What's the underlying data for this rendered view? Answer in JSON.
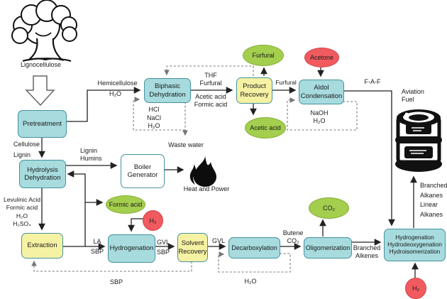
{
  "nodes": {
    "lignocellulose": "Lignocellulose",
    "pretreatment": "Pretreatment",
    "biphasic": "Biphasic\nDehydration",
    "product_recovery": "Product\nRecovery",
    "aldol": "Aldol\nCondensation",
    "hydrolysis": "Hydrolysis\nDehydration",
    "boiler": "Boiler\nGenerator",
    "extraction": "Extraction",
    "hydrogenation": "Hydrogenation",
    "solvent_recovery": "Solvent\nRecovery",
    "decarboxylation": "Decarboxylation",
    "oligomerization": "Oligomerization",
    "upgrading": "Hydrogenation\nHydrodeoxygenation\nHydroisomerization"
  },
  "products": {
    "furfural": "Furfural",
    "acetone": "Acetone",
    "acetic_acid": "Acetic acid",
    "formic_acid": "Formic acid",
    "co2": "CO₂",
    "h2_mid": "H₂",
    "h2_bottom": "H₂"
  },
  "streams": {
    "hemicellulose": "Hemicellulose",
    "h2o_feed": "H₂O",
    "thf_furfural": "THF\nFurfural",
    "acetic_formic": "Acetic acid\nFormic acid",
    "furfural_out": "Furfural",
    "hcl_nacl_h2o": "HCl\nNaCl\nH₂O",
    "waste_water": "Waste water",
    "faf": "F-A-F",
    "aviation_fuel": "Aviation\nFuel",
    "naoh_h2o": "NaOH\nH₂O",
    "cellulose_lignin": "Cellulose\nLignin",
    "lignin_humins": "Lignin\nHumins",
    "heat_and_power": "Heat and Power",
    "levulinic_mix": "Levulinic Acid\nFormic acid\nH₂O\nH₂SO₄",
    "la_sbp": "LA\nSBP",
    "gvl_sbp": "GVL\nSBP",
    "gvl": "GVL",
    "butene_co2": "Butene\nCO₂",
    "branched_alkenes": "Branched\nAlkenes",
    "alkanes_out": "Branched\nAlkanes\nLinear\nAlkanes",
    "sbp_recycle": "SBP",
    "h2o_recycle": "H₂O"
  },
  "colors": {
    "process_box_fill": "#A7DBDE",
    "process_box_border": "#44929E",
    "product_box_fill": "#F6F2A3",
    "green_fill": "#A4CE4E",
    "green_border": "#86AF35",
    "red_fill": "#F15B60",
    "red_border": "#D24348",
    "line": "#222222",
    "dashed_line": "#777777"
  }
}
